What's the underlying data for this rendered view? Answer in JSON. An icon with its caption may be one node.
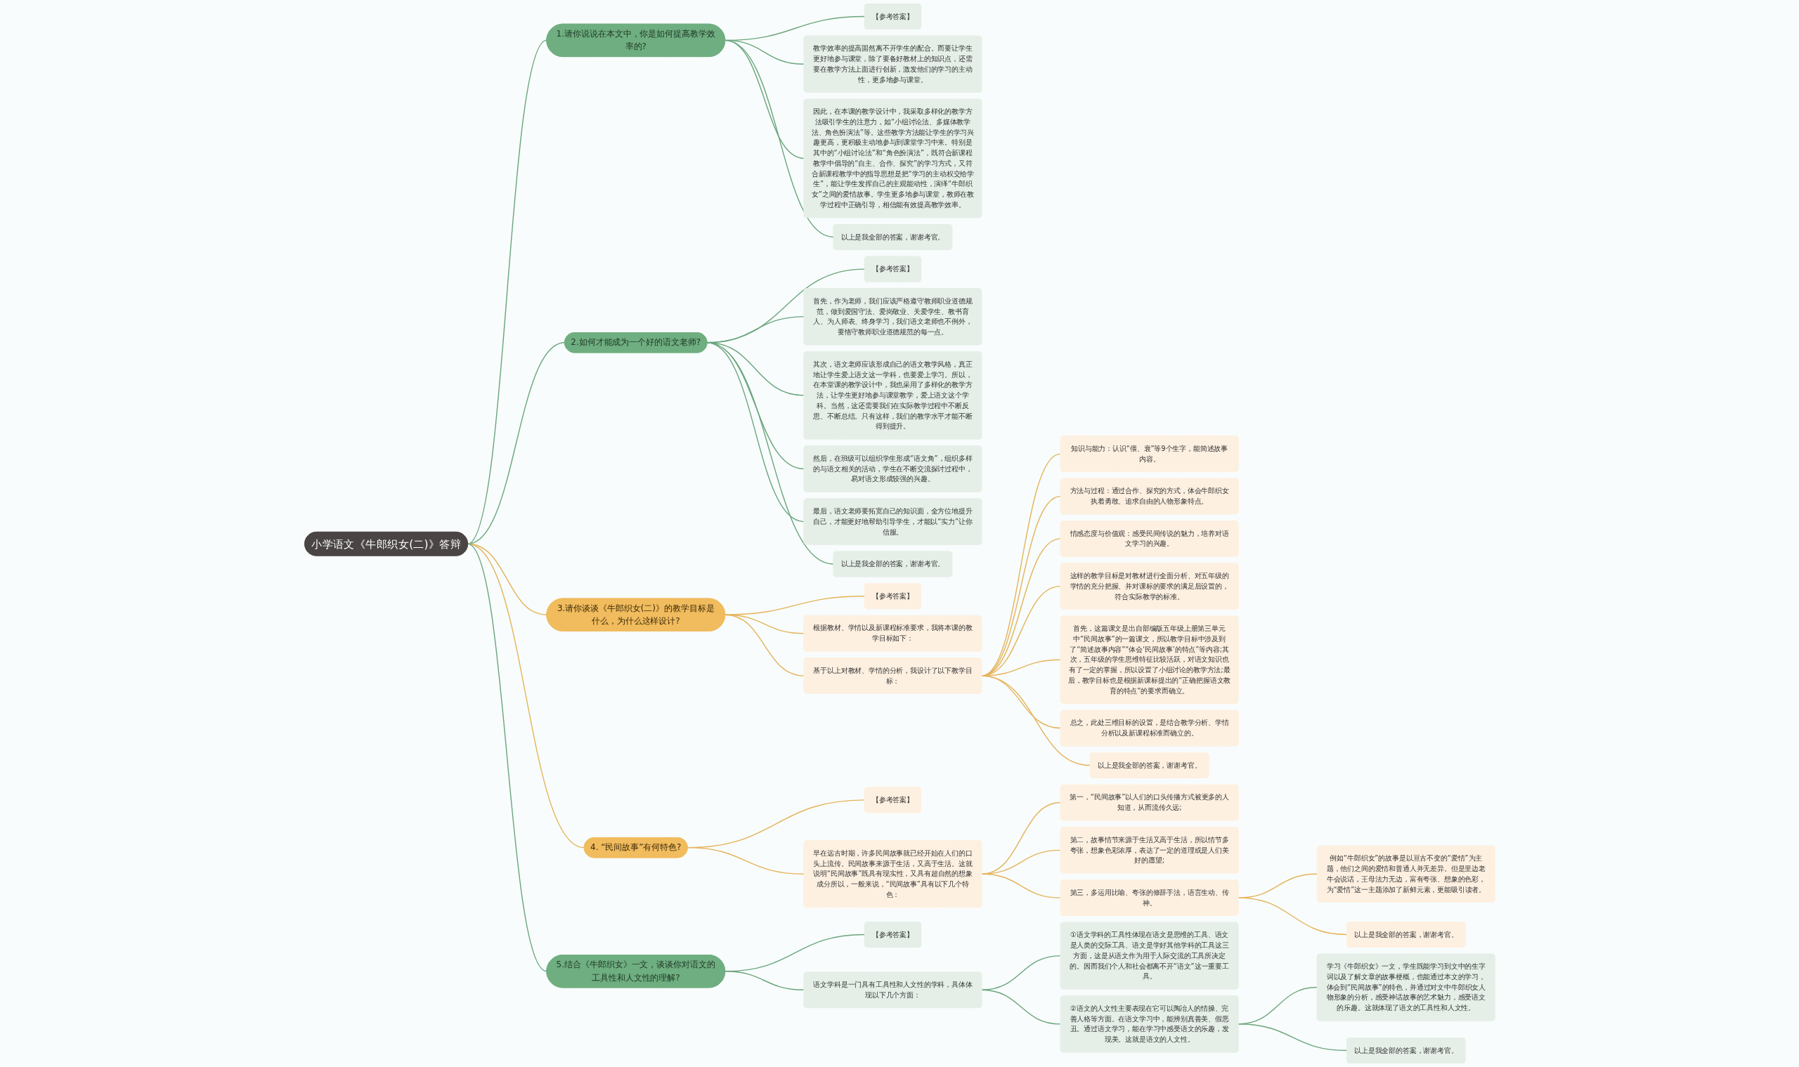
{
  "diagram": {
    "nodes": [
      {
        "text": [
          "小学语文《牛郎织女(二)》答辩"
        ]
      },
      {
        "text": [
          "1.请你说说在本文中，你是如何提高教学效率的?"
        ]
      },
      {
        "text": [
          "【参考答案】"
        ]
      },
      {
        "text": [
          "教学效率的提高固然离不开学生的配合。而要让学生更好地参与课堂，除了要备好教材上的知识点，还需要在教学方法上面进行创新，激发他们的学习的主动性，更多地参与课堂。"
        ]
      },
      {
        "text": [
          "因此，在本课的教学设计中，我采取多样化的教学方法吸引学生的注意力，如“小组讨论法、多媒体教学法、角色扮演法”等。这些教学方法能让学生的学习兴趣更高，更积极主动地参与到课堂学习中来。特别是其中的“小组讨论法”和“角色扮演法”，既符合新课程教学中倡导的“自主、合作、探究”的学习方式，又符合新课程教学中的指导思想是把“学习的主动权交给学生”，能让学生发挥自己的主观能动性，演绎“牛郎织女”之间的爱情故事。学生更多地参与课堂，教师在教学过程中正确引导，相信能有效提高教学效率。"
        ]
      },
      {
        "text": [
          "以上是我全部的答案，谢谢考官。"
        ]
      },
      {
        "text": [
          "2.如何才能成为一个好的语文老师?"
        ]
      },
      {
        "text": [
          "【参考答案】"
        ]
      },
      {
        "text": [
          "首先，作为老师，我们应该严格遵守教师职业道德规范，做到爱国守法、爱岗敬业、关爱学生、教书育人、为人师表、终身学习，我们语文老师也不例外，要恪守教师职业道德规范的每一点。"
        ]
      },
      {
        "text": [
          "其次，语文老师应该形成自己的语文教学风格，真正地让学生爱上语文这一学科，也要爱上学习。所以，在本堂课的教学设计中，我也采用了多样化的教学方法，让学生更好地参与课堂教学，爱上语文这个学科。当然，这还需要我们在实际教学过程中不断反思、不断总结。只有这样，我们的教学水平才能不断得到提升。"
        ]
      },
      {
        "text": [
          "然后，在班级可以组织学生形成“语文角”，组织多样的与语文相关的活动，学生在不断交流探讨过程中，易对语文形成较强的兴趣。"
        ]
      },
      {
        "text": [
          "最后，语文老师要拓宽自己的知识面，全方位地提升自己，才能更好地帮助引导学生，才能以“实力”让你信服。"
        ]
      },
      {
        "text": [
          "以上是我全部的答案，谢谢考官。"
        ]
      },
      {
        "text": [
          "3.请你谈谈《牛郎织女(二)》的教学目标是什么，为什么这样设计?"
        ]
      },
      {
        "text": [
          "【参考答案】"
        ]
      },
      {
        "text": [
          "根据教材、学情以及新课程标准要求，我将本课的教学目标如下："
        ]
      },
      {
        "text": [
          "基于以上对教材、学情的分析，我设计了以下教学目标："
        ]
      },
      {
        "text": [
          "知识与能力：认识“偎、衰”等9个生字，能简述故事内容。"
        ]
      },
      {
        "text": [
          "方法与过程：通过合作、探究的方式，体会牛郎织女执着勇敢、追求自由的人物形象特点。"
        ]
      },
      {
        "text": [
          "情感态度与价值观：感受民间传说的魅力，培养对语文学习的兴趣。"
        ]
      },
      {
        "text": [
          "这样的教学目标是对教材进行全面分析、对五年级的学情的充分把握、并对课标的要求的满足后设置的，符合实际教学的标准。"
        ]
      },
      {
        "text": [
          "首先，这篇课文是出自部编版五年级上册第三单元中“民间故事”的一篇课文，所以教学目标中涉及到了“简述故事内容”“体会‘民间故事’的特点”等内容;其次，五年级的学生思维特征比较活跃，对语文知识也有了一定的掌握，所以设置了小组讨论的教学方法;最后，教学目标也是根据新课标提出的“正确把握语文教育的特点”的要求而确立。"
        ]
      },
      {
        "text": [
          "总之，此处三维目标的设置，是结合教学分析、学情分析以及新课程标准而确立的。"
        ]
      },
      {
        "text": [
          "以上是我全部的答案，谢谢考官。"
        ]
      },
      {
        "text": [
          "4. “民间故事”有何特色?"
        ]
      },
      {
        "text": [
          "【参考答案】"
        ]
      },
      {
        "text": [
          "早在远古时期，许多民间故事就已经开始在人们的口头上流传。民间故事来源于生活，又高于生活。这就说明“民间故事”既具有现实性，又具有超自然的想象成分所以，一般来说，“民间故事”具有以下几个特色："
        ]
      },
      {
        "text": [
          "第一，“民间故事”以人们的口头传播方式被更多的人知道，从而流传久远;"
        ]
      },
      {
        "text": [
          "第二，故事情节来源于生活又高于生活，所以情节多夸张，想象色彩浓厚，表达了一定的道理或是人们美好的愿望;"
        ]
      },
      {
        "text": [
          "第三，多运用比喻、夸张的修辞手法，语言生动、传神。"
        ]
      },
      {
        "text": [
          "例如“牛郎织女”的故事是以亘古不变的“爱情”为主题，他们之间的爱情和普通人并无差异。但是里边老牛会说话，王母法力无边，富有夸张、想象的色彩，为“爱情”这一主题添加了新鲜元素，更能吸引读者。"
        ]
      },
      {
        "text": [
          "以上是我全部的答案，谢谢考官。"
        ]
      },
      {
        "text": [
          "5.结合《牛郎织女》一文，谈谈你对语文的工具性和人文性的理解?"
        ]
      },
      {
        "text": [
          "【参考答案】"
        ]
      },
      {
        "text": [
          "语文学科是一门具有工具性和人文性的学科，具体体现以下几个方面："
        ]
      },
      {
        "text": [
          "①语文学科的工具性体现在语文是思维的工具、语文是人类的交际工具、语文是学好其他学科的工具这三方面，这是从语文作为用于人际交流的工具所决定的。因而我们个人和社会都离不开“语文”这一重要工具。"
        ]
      },
      {
        "text": [
          "②语文的人文性主要表现在它可以陶冶人的情操、完善人格等方面。在语文学习中，能辨别真善美、假恶丑。通过语文学习，能在学习中感受语文的乐趣，发现美。这就是语文的人文性。"
        ]
      },
      {
        "text": [
          "学习《牛郎织女》一文，学生既能学习到文中的生字词以及了解文章的故事梗概，也能通过本文的学习，体会到“民间故事”的特色，并通过对文中牛郎织女人物形象的分析，感受神话故事的艺术魅力，感受语文的乐趣。这就体现了语文的工具性和人文性。"
        ]
      },
      {
        "text": [
          "以上是我全部的答案，谢谢考官。"
        ]
      }
    ],
    "edges": [
      {
        "from": 0,
        "to": 1,
        "arrow": "none",
        "color": "#6aa57c"
      },
      {
        "from": 1,
        "to": 2,
        "arrow": "none",
        "color": "#6aa57c"
      },
      {
        "from": 1,
        "to": 3,
        "arrow": "none",
        "color": "#6aa57c"
      },
      {
        "from": 1,
        "to": 4,
        "arrow": "none",
        "color": "#6aa57c"
      },
      {
        "from": 1,
        "to": 5,
        "arrow": "none",
        "color": "#6aa57c"
      },
      {
        "from": 0,
        "to": 6,
        "arrow": "none",
        "color": "#6aa57c"
      },
      {
        "from": 6,
        "to": 7,
        "arrow": "none",
        "color": "#6aa57c"
      },
      {
        "from": 6,
        "to": 8,
        "arrow": "none",
        "color": "#6aa57c"
      },
      {
        "from": 6,
        "to": 9,
        "arrow": "none",
        "color": "#6aa57c"
      },
      {
        "from": 6,
        "to": 10,
        "arrow": "none",
        "color": "#6aa57c"
      },
      {
        "from": 6,
        "to": 11,
        "arrow": "none",
        "color": "#6aa57c"
      },
      {
        "from": 6,
        "to": 12,
        "arrow": "none",
        "color": "#6aa57c"
      },
      {
        "from": 0,
        "to": 13,
        "arrow": "none",
        "color": "#e5b35a"
      },
      {
        "from": 13,
        "to": 14,
        "arrow": "none",
        "color": "#e5b35a"
      },
      {
        "from": 13,
        "to": 15,
        "arrow": "none",
        "color": "#e5b35a"
      },
      {
        "from": 13,
        "to": 16,
        "arrow": "none",
        "color": "#e5b35a"
      },
      {
        "from": 16,
        "to": 17,
        "arrow": "none",
        "color": "#e5b35a"
      },
      {
        "from": 16,
        "to": 18,
        "arrow": "none",
        "color": "#e5b35a"
      },
      {
        "from": 16,
        "to": 19,
        "arrow": "none",
        "color": "#e5b35a"
      },
      {
        "from": 16,
        "to": 20,
        "arrow": "none",
        "color": "#e5b35a"
      },
      {
        "from": 16,
        "to": 21,
        "arrow": "none",
        "color": "#e5b35a"
      },
      {
        "from": 16,
        "to": 22,
        "arrow": "none",
        "color": "#e5b35a"
      },
      {
        "from": 16,
        "to": 23,
        "arrow": "none",
        "color": "#e5b35a"
      },
      {
        "from": 0,
        "to": 24,
        "arrow": "none",
        "color": "#e5b35a"
      },
      {
        "from": 24,
        "to": 25,
        "arrow": "none",
        "color": "#e5b35a"
      },
      {
        "from": 24,
        "to": 26,
        "arrow": "none",
        "color": "#e5b35a"
      },
      {
        "from": 26,
        "to": 27,
        "arrow": "none",
        "color": "#e5b35a"
      },
      {
        "from": 26,
        "to": 28,
        "arrow": "none",
        "color": "#e5b35a"
      },
      {
        "from": 26,
        "to": 29,
        "arrow": "none",
        "color": "#e5b35a"
      },
      {
        "from": 29,
        "to": 30,
        "arrow": "none",
        "color": "#e5b35a"
      },
      {
        "from": 29,
        "to": 31,
        "arrow": "none",
        "color": "#e5b35a"
      },
      {
        "from": 0,
        "to": 32,
        "arrow": "none",
        "color": "#6aa57c"
      },
      {
        "from": 32,
        "to": 33,
        "arrow": "none",
        "color": "#6aa57c"
      },
      {
        "from": 32,
        "to": 34,
        "arrow": "none",
        "color": "#6aa57c"
      },
      {
        "from": 34,
        "to": 35,
        "arrow": "none",
        "color": "#6aa57c"
      },
      {
        "from": 34,
        "to": 36,
        "arrow": "none",
        "color": "#6aa57c"
      },
      {
        "from": 36,
        "to": 37,
        "arrow": "none",
        "color": "#6aa57c"
      },
      {
        "from": 36,
        "to": 38,
        "arrow": "none",
        "color": "#6aa57c"
      }
    ]
  }
}
